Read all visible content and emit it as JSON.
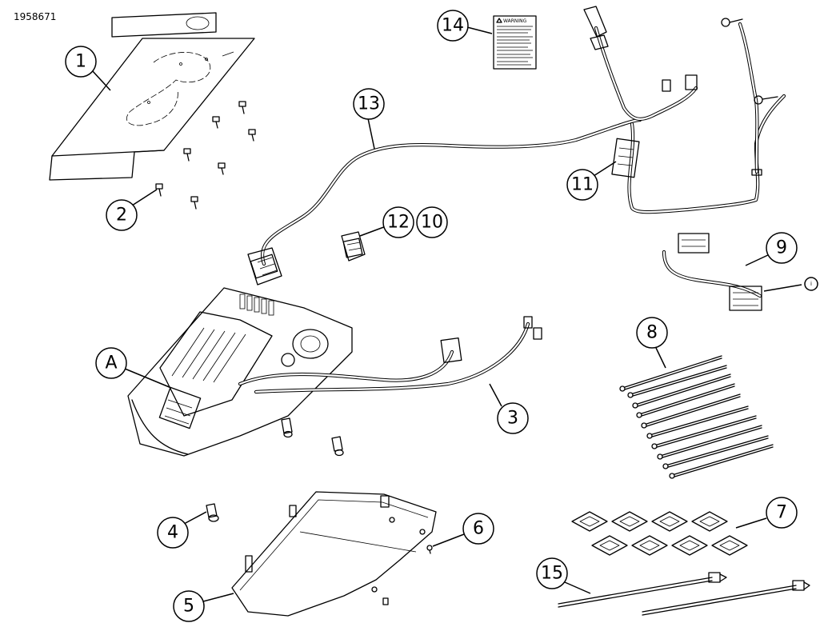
{
  "document_id": "1958671",
  "callouts": [
    {
      "id": "c1",
      "label": "1"
    },
    {
      "id": "c2",
      "label": "2"
    },
    {
      "id": "c3",
      "label": "3"
    },
    {
      "id": "c4",
      "label": "4"
    },
    {
      "id": "c5",
      "label": "5"
    },
    {
      "id": "c6",
      "label": "6"
    },
    {
      "id": "c7",
      "label": "7"
    },
    {
      "id": "c8",
      "label": "8"
    },
    {
      "id": "c9",
      "label": "9"
    },
    {
      "id": "c10",
      "label": "10"
    },
    {
      "id": "c11",
      "label": "11"
    },
    {
      "id": "c12",
      "label": "12"
    },
    {
      "id": "c13",
      "label": "13"
    },
    {
      "id": "c14",
      "label": "14"
    },
    {
      "id": "c15",
      "label": "15"
    },
    {
      "id": "cA",
      "label": "A"
    },
    {
      "id": "ci",
      "label": "i"
    }
  ],
  "warning_label": {
    "heading": "WARNING"
  }
}
